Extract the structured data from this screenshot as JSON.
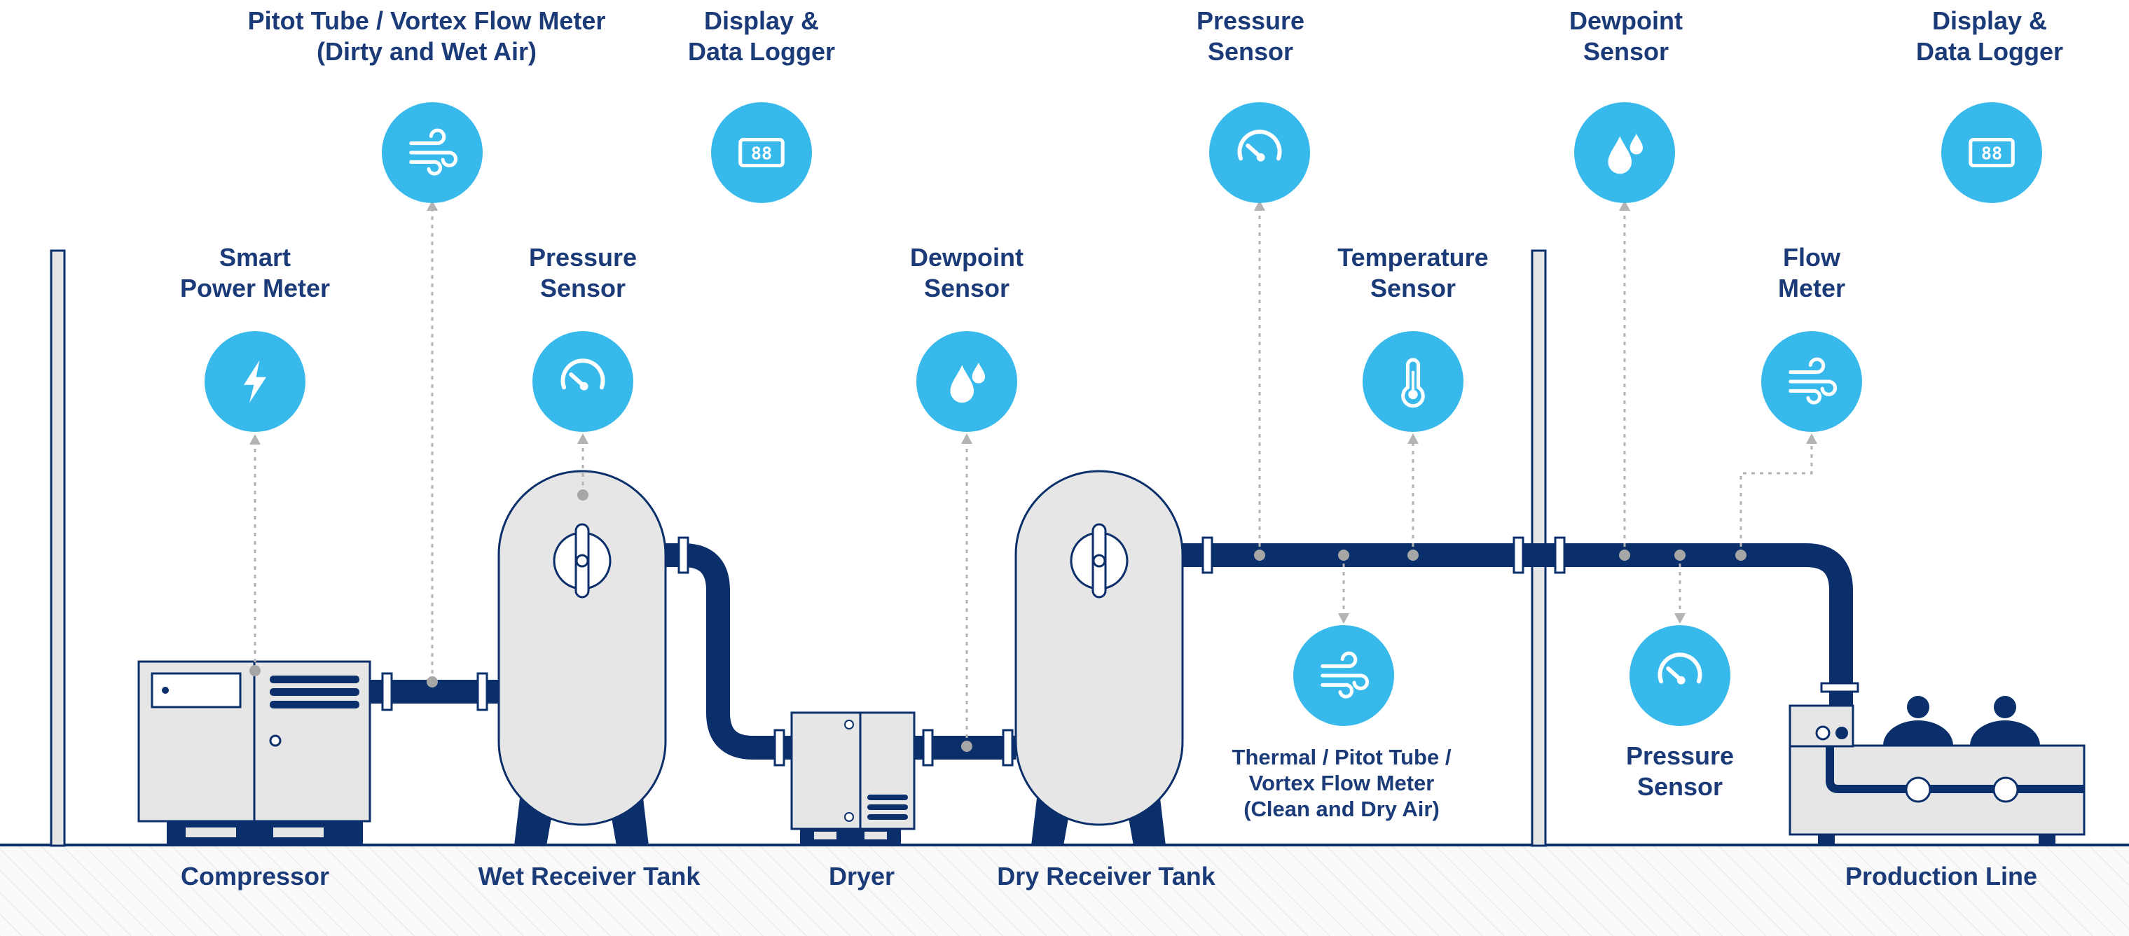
{
  "colors": {
    "navy": "#0b2f6b",
    "label": "#1a3a78",
    "accent": "#37b9ec",
    "equipment_fill": "#e6e6e6",
    "leader": "#b3b3b3"
  },
  "equipment": {
    "compressor": "Compressor",
    "wet_tank": "Wet Receiver Tank",
    "dryer": "Dryer",
    "dry_tank": "Dry Receiver Tank",
    "production_line": "Production Line"
  },
  "sensors": {
    "smart_power_meter": {
      "line1": "Smart",
      "line2": "Power Meter",
      "icon": "lightning-icon"
    },
    "pitot_vortex_dirty": {
      "line1": "Pitot Tube / Vortex Flow Meter",
      "line2": "(Dirty and Wet Air)",
      "icon": "airflow-icon"
    },
    "display_logger_1": {
      "line1": "Display &",
      "line2": "Data Logger",
      "icon": "digital-display-icon"
    },
    "pressure_wet": {
      "line1": "Pressure",
      "line2": "Sensor",
      "icon": "gauge-icon"
    },
    "dewpoint_dryer": {
      "line1": "Dewpoint",
      "line2": "Sensor",
      "icon": "water-drops-icon"
    },
    "pressure_main": {
      "line1": "Pressure",
      "line2": "Sensor",
      "icon": "gauge-icon"
    },
    "temperature": {
      "line1": "Temperature",
      "line2": "Sensor",
      "icon": "thermometer-icon"
    },
    "thermal_flow": {
      "line1": "Thermal / Pitot Tube /",
      "line2": "Vortex Flow Meter",
      "line3": "(Clean and Dry Air)",
      "icon": "airflow-icon"
    },
    "dewpoint_line": {
      "line1": "Dewpoint",
      "line2": "Sensor",
      "icon": "water-drops-icon"
    },
    "pressure_line": {
      "line1": "Pressure",
      "line2": "Sensor",
      "icon": "gauge-icon"
    },
    "flow_meter": {
      "line1": "Flow",
      "line2": "Meter",
      "icon": "airflow-icon"
    },
    "display_logger_2": {
      "line1": "Display &",
      "line2": "Data Logger",
      "icon": "digital-display-icon"
    }
  }
}
